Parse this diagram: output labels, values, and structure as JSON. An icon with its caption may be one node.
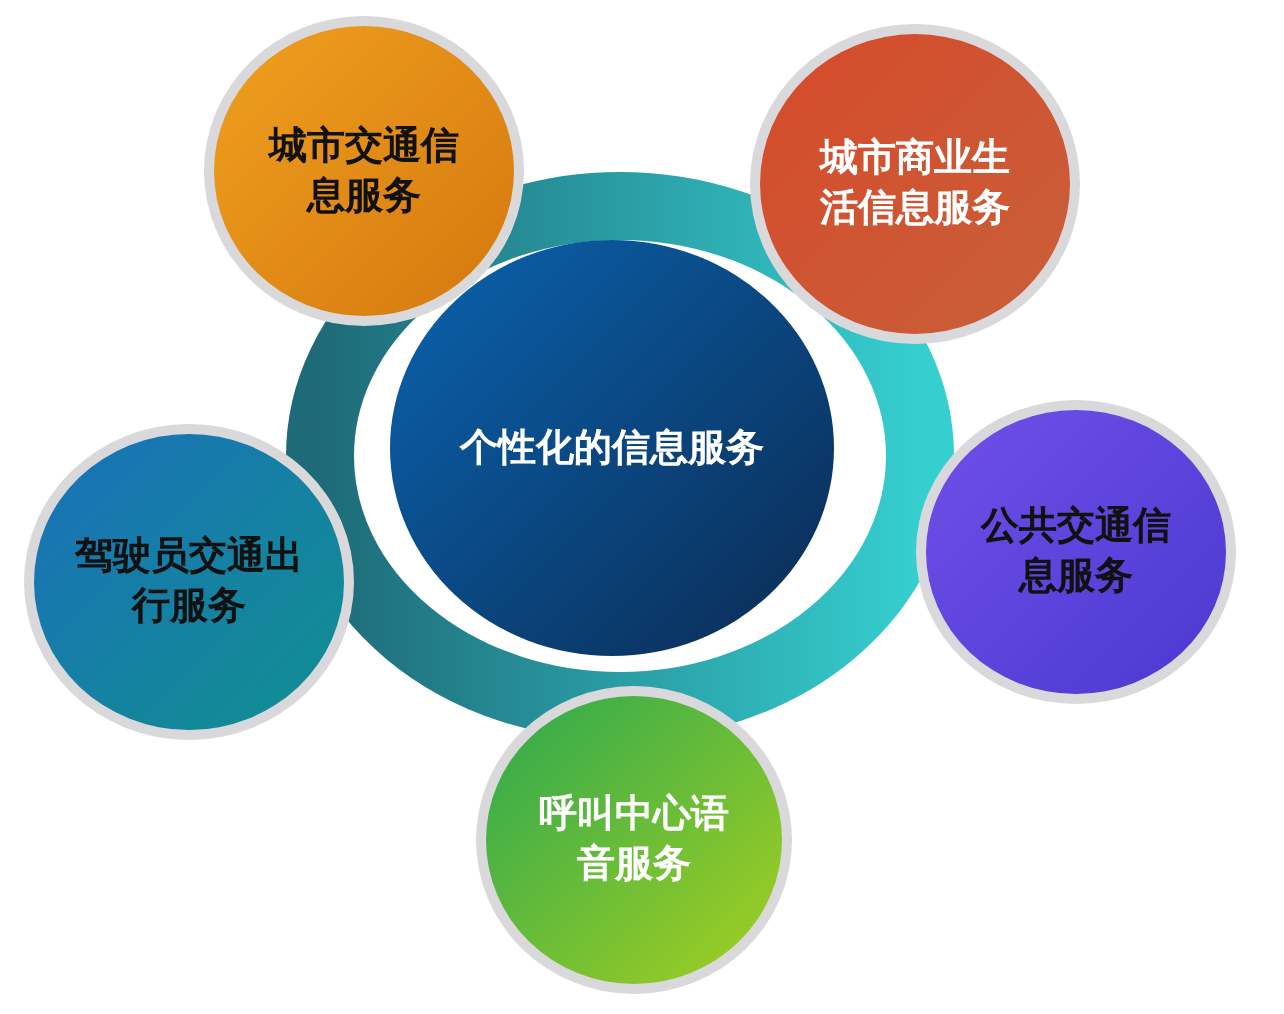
{
  "diagram": {
    "nodes": [
      {
        "text": [
          "城市交通信息服务"
        ]
      },
      {
        "text": [
          "城市商业生活信息服务"
        ]
      },
      {
        "text": [
          "个性化的信息服务"
        ]
      },
      {
        "text": [
          "公共交通信息服务"
        ]
      },
      {
        "text": [
          "驾驶员交通出行服务"
        ]
      },
      {
        "text": [
          "呼叫中心语音服务"
        ]
      }
    ]
  }
}
